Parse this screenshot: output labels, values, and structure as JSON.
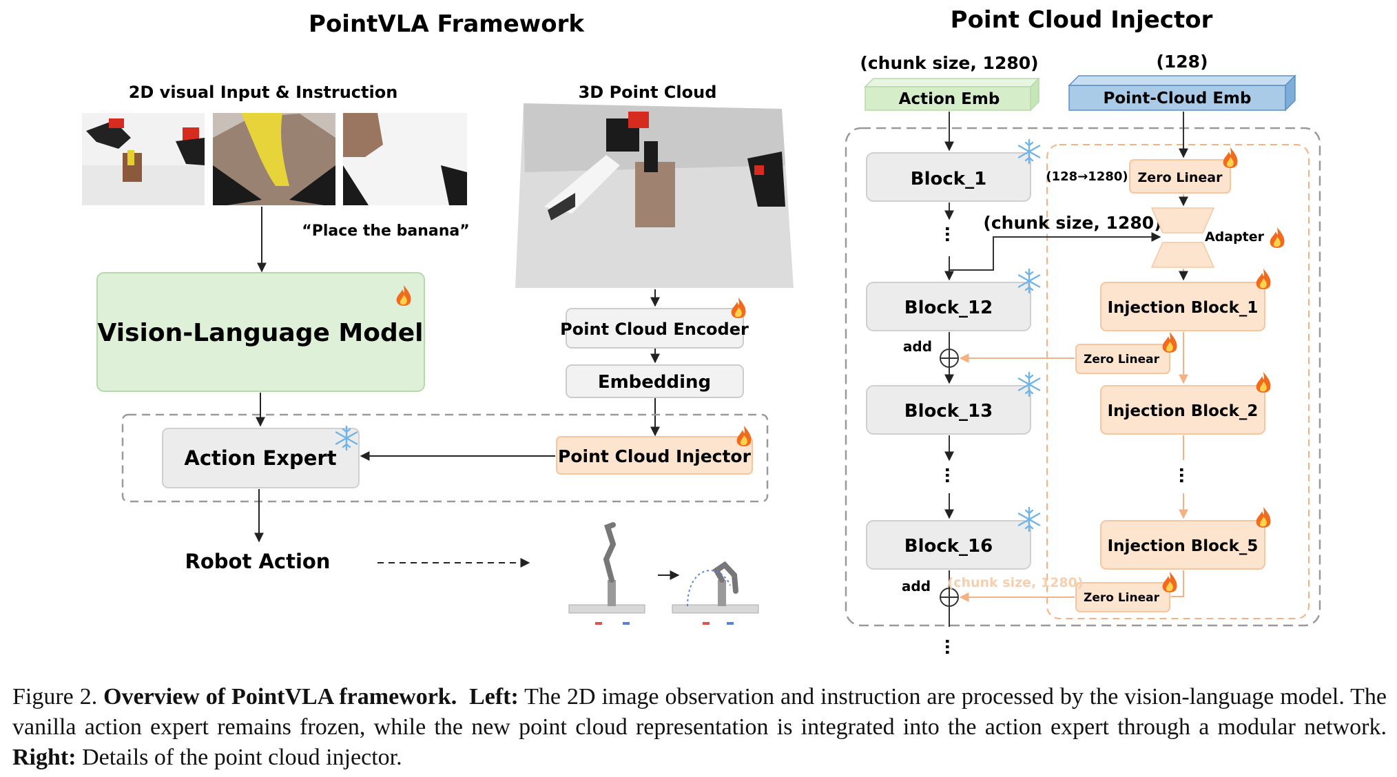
{
  "left": {
    "title": "PointVLA Framework",
    "input_label": "2D visual Input & Instruction",
    "instruction": "“Place the banana”",
    "pc_label": "3D Point Cloud",
    "vlm": "Vision-Language Model",
    "encoder": "Point Cloud Encoder",
    "embedding": "Embedding",
    "injector": "Point Cloud Injector",
    "action_expert": "Action Expert",
    "robot_action": "Robot Action"
  },
  "right": {
    "title": "Point Cloud Injector",
    "action_dim": "(chunk size, 1280)",
    "pc_dim": "(128)",
    "action_emb": "Action Emb",
    "pc_emb": "Point-Cloud Emb",
    "blocks": [
      "Block_1",
      "Block_12",
      "Block_13",
      "Block_16"
    ],
    "zero_linear": "Zero Linear",
    "map_label": "(128→1280)",
    "chunk_label": "(chunk size, 1280)",
    "adapter": "Adapter",
    "injection_blocks": [
      "Injection Block_1",
      "Injection Block_2",
      "Injection Block_5"
    ],
    "add": "add",
    "faded_label": "(chunk size, 1280)"
  },
  "caption": {
    "prefix": "Figure 2.  ",
    "bold_title": "Overview of PointVLA framework.",
    "left_label": "Left:",
    "left_text": " The 2D image observation and instruction are processed by the vision-language model.  The vanilla action expert remains frozen, while the new point cloud representation is integrated into the action expert through a modular network. ",
    "right_label": "Right:",
    "right_text": " Details of the point cloud injector."
  },
  "colors": {
    "green_fill": "#dff0d8",
    "green_stroke": "#b5d9a8",
    "orange_fill": "#fde4cf",
    "orange_stroke": "#f5c6a0",
    "blue_fill": "#a9cbe8",
    "gray_fill": "#ececec",
    "dashed": "#999999",
    "orange_dashed": "#f4b183"
  }
}
